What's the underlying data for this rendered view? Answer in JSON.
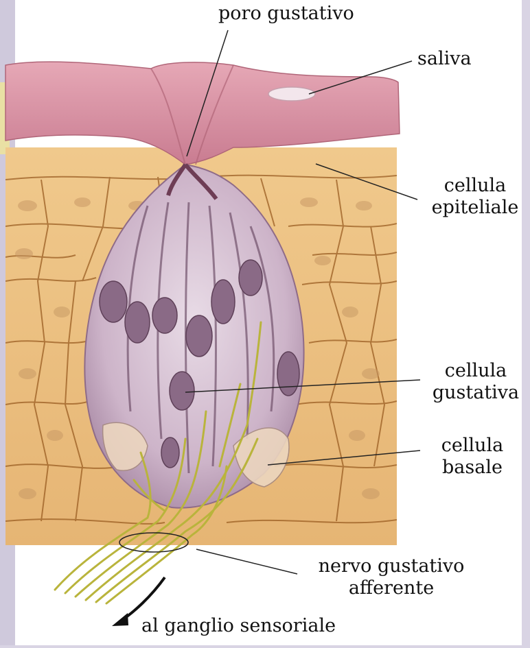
{
  "labels": {
    "taste_pore": "poro gustativo",
    "saliva": "saliva",
    "epithelial_cell_1": "cellula",
    "epithelial_cell_2": "epiteliale",
    "gustatory_cell_1": "cellula",
    "gustatory_cell_2": "gustativa",
    "basal_cell_1": "cellula",
    "basal_cell_2": "basale",
    "afferent_nerve_1": "nervo gustativo",
    "afferent_nerve_2": "afferente",
    "to_ganglion": "al ganglio sensoriale"
  },
  "colors": {
    "background": "#d9d4e4",
    "panel": "#ffffff",
    "surface_tissue": "#d98fa2",
    "epithelium": "#e8b978",
    "cell_border": "#9a5d22",
    "taste_bud": "#cdb4c9",
    "nucleus": "#8a6a86",
    "nerve_fiber": "#b9b43c",
    "leader_line": "#222222"
  }
}
